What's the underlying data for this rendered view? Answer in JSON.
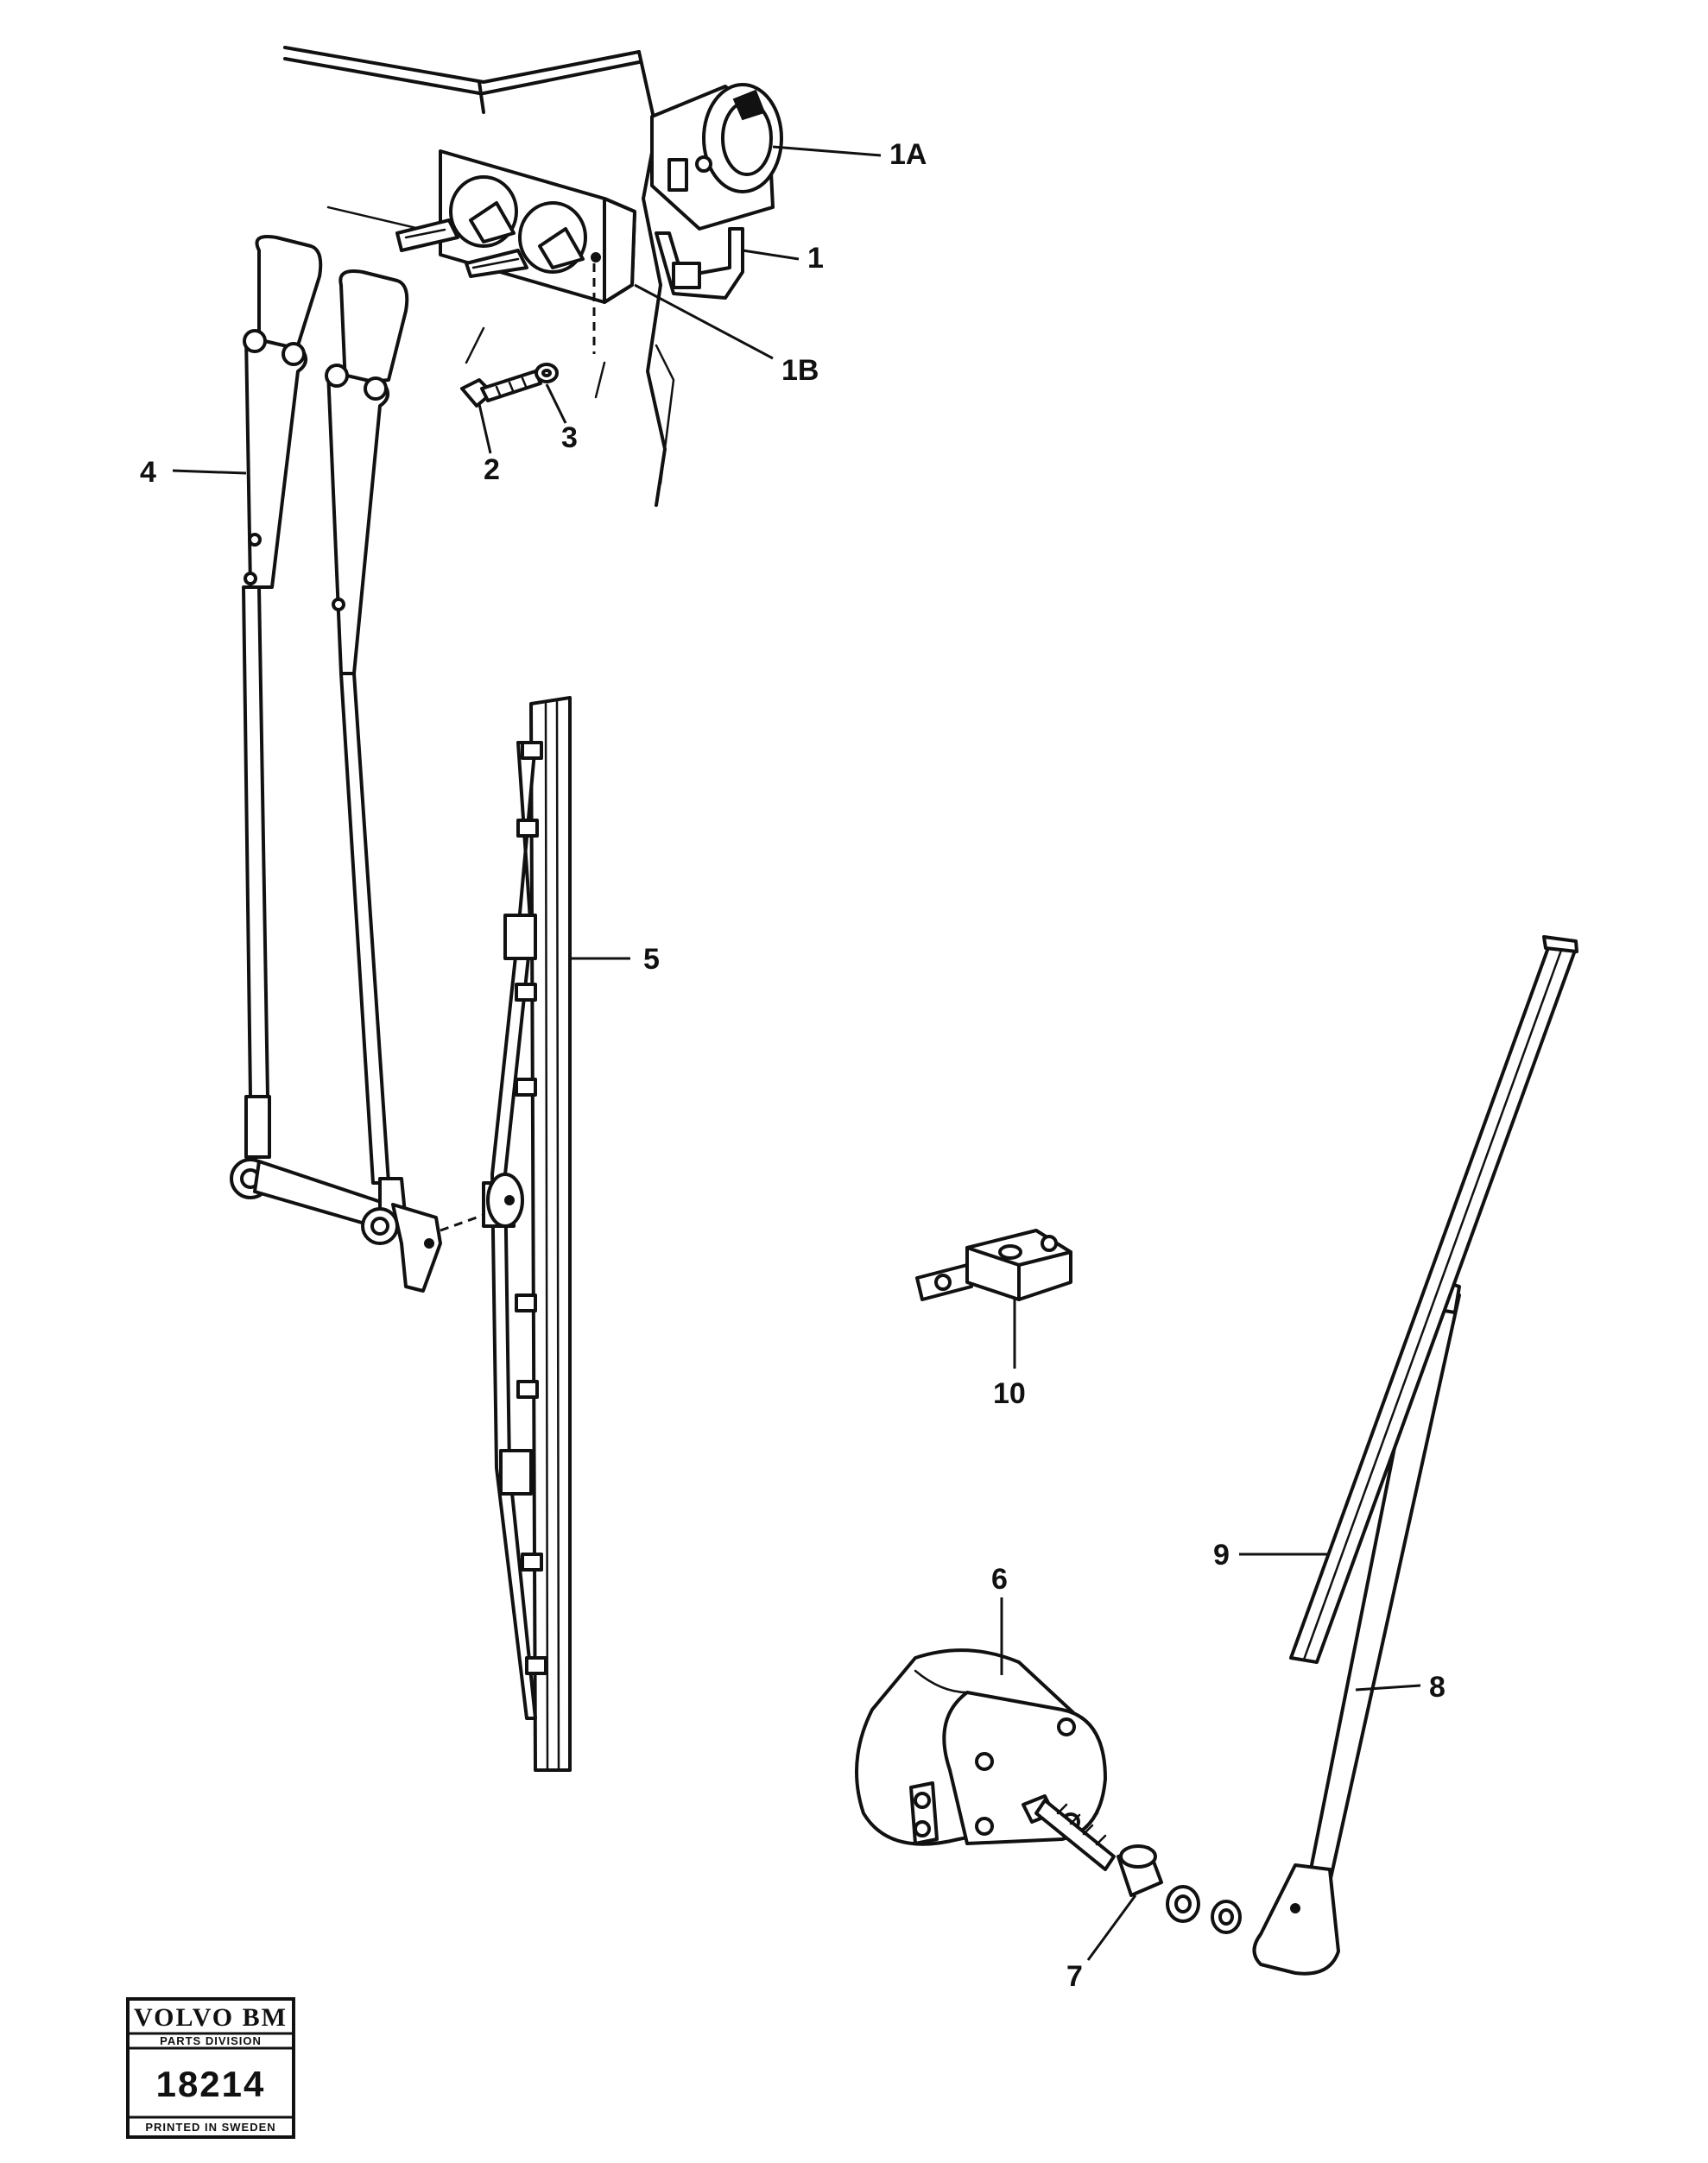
{
  "callouts": {
    "c1A": "1A",
    "c1": "1",
    "c1B": "1B",
    "c2": "2",
    "c3": "3",
    "c4": "4",
    "c5": "5",
    "c6": "6",
    "c7": "7",
    "c8": "8",
    "c9": "9",
    "c10": "10"
  },
  "badge": {
    "brand": "VOLVO BM",
    "division": "PARTS DIVISION",
    "number": "18214",
    "footer": "PRINTED IN SWEDEN"
  }
}
